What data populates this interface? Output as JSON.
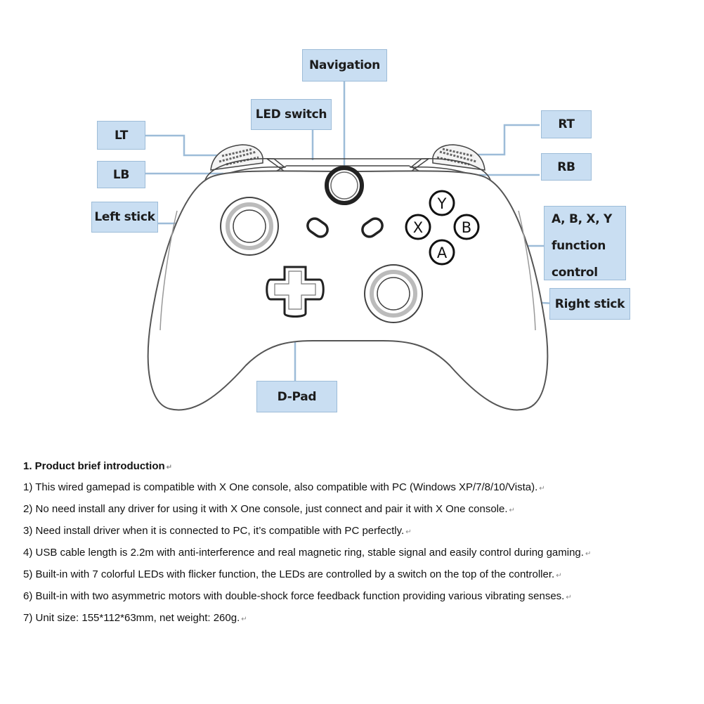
{
  "labels": {
    "navigation": "Navigation",
    "led_switch": "LED switch",
    "lt": "LT",
    "lb": "LB",
    "rt": "RT",
    "rb": "RB",
    "left_stick": "Left stick",
    "abxy": [
      "A, B, X, Y",
      "function",
      "control"
    ],
    "right_stick": "Right stick",
    "dpad": "D-Pad"
  },
  "face_buttons": {
    "y": "Y",
    "x": "X",
    "b": "B",
    "a": "A"
  },
  "intro": {
    "heading": "1. Product brief introduction",
    "lines": [
      "1) This wired gamepad  is compatible  with X One console, also compatible  with PC (Windows XP/7/8/10/Vista).",
      "2) No need install any driver for using it with X One console, just connect and pair it with X One console.",
      "3) Need install driver when it is connected to PC, it’s compatible  with PC perfectly.",
      "4) USB cable length is 2.2m with anti-interference and real magnetic ring, stable signal and easily control during gaming.",
      "5) Built-in with 7 colorful LEDs with flicker function, the LEDs are controlled by a switch on the top of the controller.",
      "6) Built-in with two asymmetric motors with double-shock force feedback function providing various vibrating senses.",
      "7) Unit size:  155*112*63mm,  net weight: 260g."
    ],
    "paragraph_mark": "↵"
  },
  "colors": {
    "callout_fill": "#c9def2",
    "leader_line": "#9dbcd8",
    "outline": "#444444"
  }
}
